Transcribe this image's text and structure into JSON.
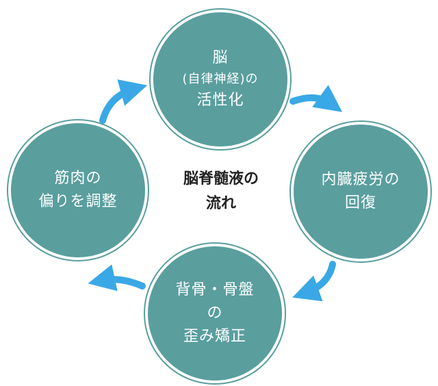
{
  "center": {
    "line1": "脳脊髄液の",
    "line2": "流れ"
  },
  "nodes": {
    "top": {
      "line1": "脳",
      "line2": "(自律神経)の",
      "line3": "活性化"
    },
    "right": {
      "line1": "内臓疲労の",
      "line2": "回復"
    },
    "bottom": {
      "line1": "背骨・骨盤",
      "line2": "の",
      "line3": "歪み矯正"
    },
    "left": {
      "line1": "筋肉の",
      "line2": "偏りを調整"
    }
  },
  "colors": {
    "circle": "#5a9e9e",
    "arrow": "#3aa8e6",
    "text": "#222222"
  }
}
